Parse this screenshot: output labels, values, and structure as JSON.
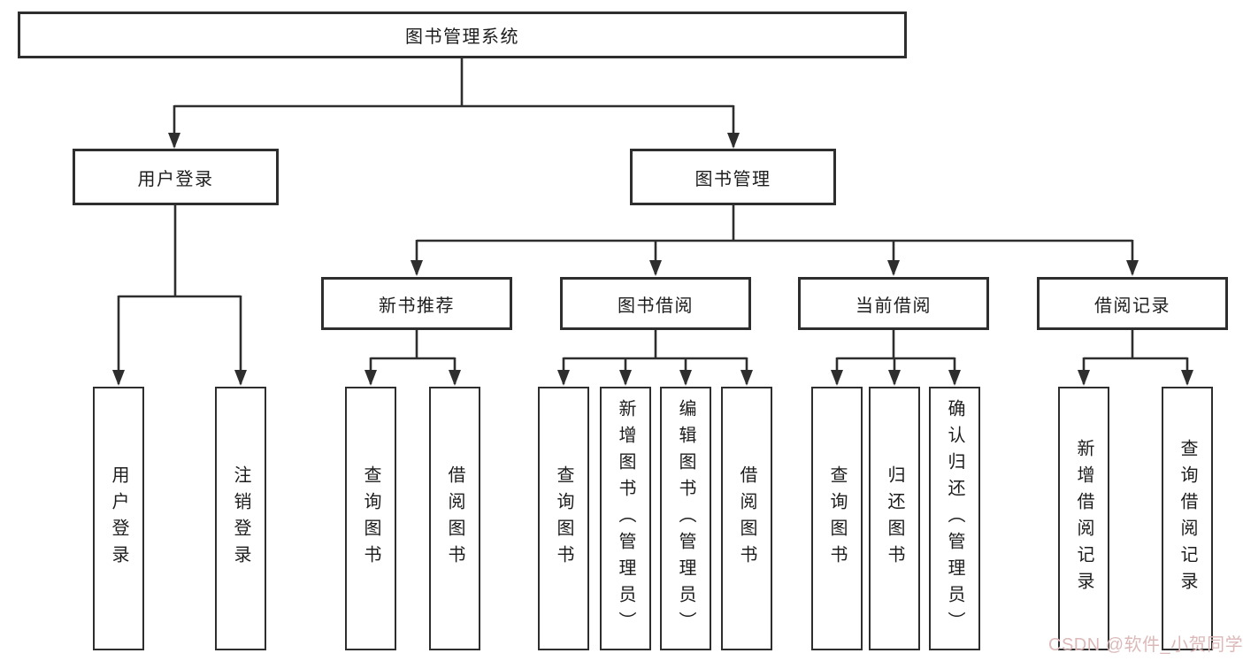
{
  "diagram": {
    "root": {
      "label": "图书管理系统"
    },
    "level2": [
      {
        "label": "用户登录"
      },
      {
        "label": "图书管理"
      }
    ],
    "level3": [
      {
        "label": "新书推荐"
      },
      {
        "label": "图书借阅"
      },
      {
        "label": "当前借阅"
      },
      {
        "label": "借阅记录"
      }
    ],
    "leaves": [
      {
        "label": "用户登录"
      },
      {
        "label": "注销登录"
      },
      {
        "label": "查询图书"
      },
      {
        "label": "借阅图书"
      },
      {
        "label": "查询图书"
      },
      {
        "label": "新增图书（管理员）"
      },
      {
        "label": "编辑图书（管理员）"
      },
      {
        "label": "借阅图书"
      },
      {
        "label": "查询图书"
      },
      {
        "label": "归还图书"
      },
      {
        "label": "确认归还（管理员）"
      },
      {
        "label": "新增借阅记录"
      },
      {
        "label": "查询借阅记录"
      }
    ],
    "watermark": "CSDN @软件_小贺同学",
    "colors": {
      "line": "#2e2e2e",
      "text": "#1d1d1d",
      "watermark": "#dcb9b9"
    }
  }
}
